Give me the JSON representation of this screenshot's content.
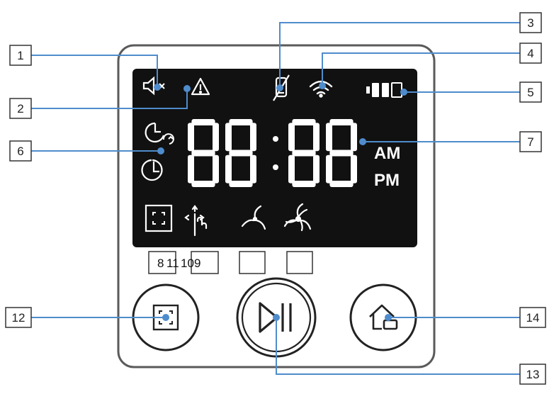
{
  "callouts": {
    "c1": "1",
    "c2": "2",
    "c3": "3",
    "c4": "4",
    "c5": "5",
    "c6": "6",
    "c7": "7",
    "c12": "12",
    "c13": "13",
    "c14": "14"
  },
  "display": {
    "am": "AM",
    "pm": "PM",
    "digits": "88:88"
  },
  "indicator_labels": {
    "l8": "8",
    "l11": "11",
    "l10": "10",
    "l9": "9"
  },
  "icons": {
    "mute": "speaker-mute-icon",
    "warning": "warning-icon",
    "phone": "phone-crossed-icon",
    "wifi": "wifi-icon",
    "battery": "battery-icon",
    "timer_repeat": "timer-repeat-icon",
    "timer": "timer-icon",
    "spot": "spot-clean-icon",
    "touch": "manual-touch-icon",
    "fan_low": "fan-low-icon",
    "fan_high": "fan-high-icon",
    "spot_button": "spot-button-icon",
    "play_pause": "play-pause-icon",
    "home_dock": "home-dock-icon"
  },
  "colors": {
    "leader": "#4f8ccc",
    "dot": "#4f8ccc",
    "panel": "#111111",
    "frame": "#555555"
  }
}
